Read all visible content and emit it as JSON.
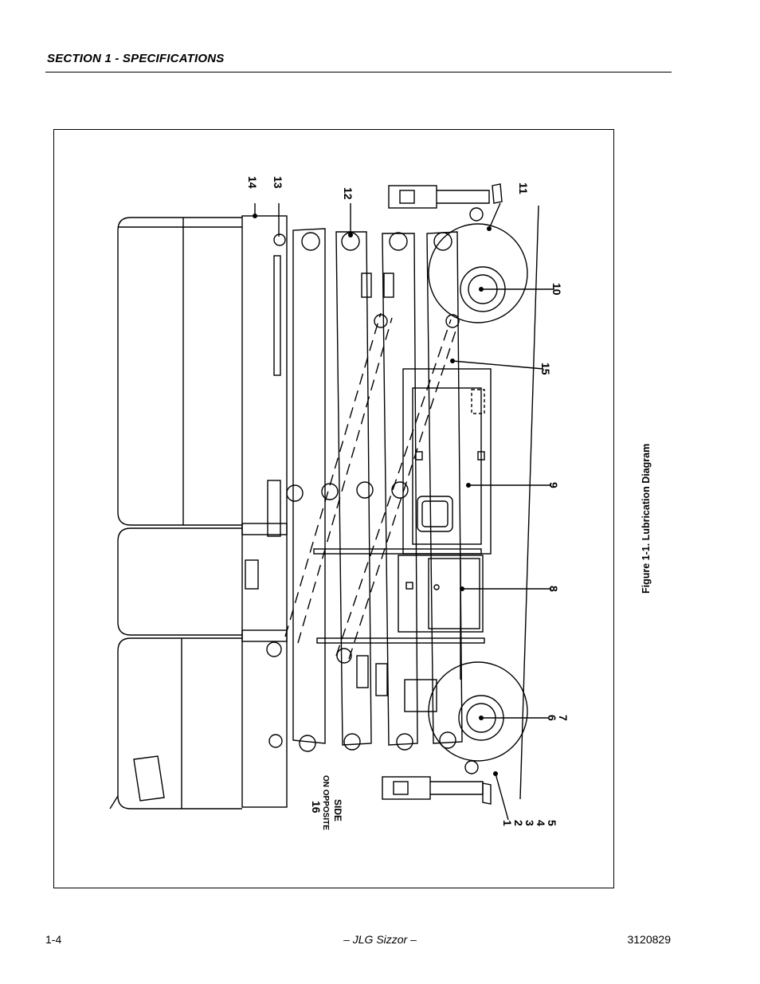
{
  "header": {
    "title": "SECTION 1 - SPECIFICATIONS"
  },
  "figure": {
    "caption": "Figure 1-1.  Lubrication Diagram",
    "callouts": {
      "c1": "1",
      "c2": "2",
      "c3": "3",
      "c4": "4",
      "c5": "5",
      "c6": "6",
      "c7": "7",
      "c8": "8",
      "c9": "9",
      "c10": "10",
      "c11": "11",
      "c12": "12",
      "c13": "13",
      "c14": "14",
      "c15": "15",
      "c16": "16"
    },
    "note_line1": "ON OPPOSITE",
    "note_line2": "SIDE"
  },
  "footer": {
    "page_number": "1-4",
    "center": "– JLG Sizzor –",
    "doc_number": "3120829"
  }
}
